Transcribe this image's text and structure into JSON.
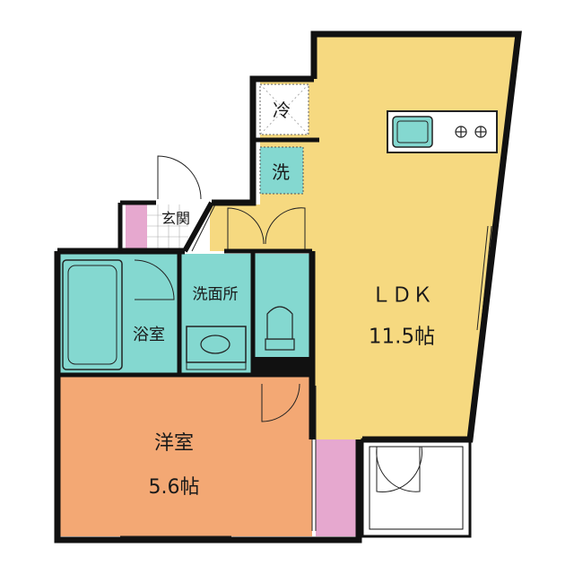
{
  "floorplan": {
    "rooms": {
      "ldk": {
        "name": "ＬＤＫ",
        "size": "11.5帖",
        "color": "#f6d980"
      },
      "western_room": {
        "name": "洋室",
        "size": "5.6帖",
        "color": "#f3a874"
      },
      "bath": {
        "name": "浴室",
        "color": "#84d8d0"
      },
      "washroom": {
        "name": "洗面所",
        "color": "#84d8d0"
      },
      "toilet": {
        "color": "#84d8d0"
      },
      "entrance": {
        "name": "玄関"
      },
      "fridge": {
        "name": "冷"
      },
      "washer": {
        "name": "洗",
        "color": "#84d8d0"
      }
    },
    "colors": {
      "wall": "#111111",
      "storage": "#e6a8cf",
      "balcony": "#ffffff"
    }
  }
}
